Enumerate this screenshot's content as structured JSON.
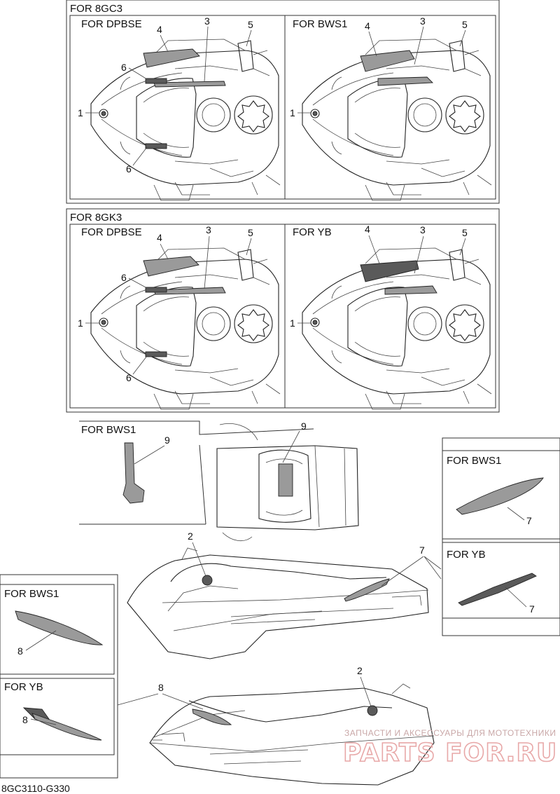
{
  "panels": {
    "model_8gc3": "FOR 8GC3",
    "model_8gk3": "FOR 8GK3",
    "dpbse_a": "FOR DPBSE",
    "bws1_a": "FOR BWS1",
    "dpbse_b": "FOR DPBSE",
    "yb_b": "FOR YB",
    "bws1_grip": "FOR BWS1",
    "bws1_right": "FOR BWS1",
    "yb_right": "FOR YB",
    "bws1_left": "FOR BWS1",
    "yb_left": "FOR YB"
  },
  "callouts": [
    "1",
    "2",
    "3",
    "4",
    "5",
    "6",
    "7",
    "8",
    "9"
  ],
  "watermark": {
    "tagline": "ЗАПЧАСТИ И АКСЕССУАРЫ ДЛЯ МОТОТЕХНИКИ",
    "brand": "PARTS FOR.RU"
  },
  "figure_code": "8GC3110-G330"
}
